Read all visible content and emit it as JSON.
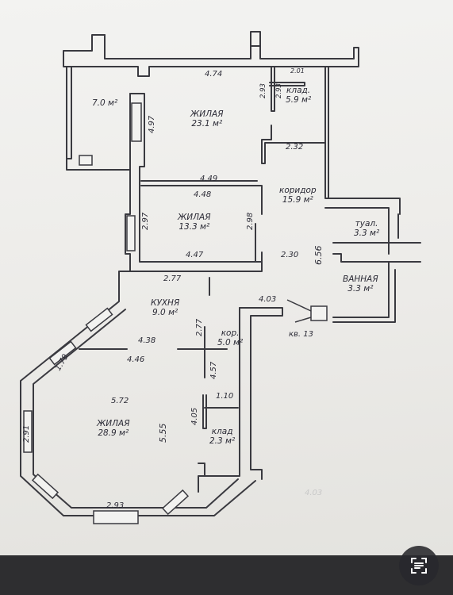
{
  "rooms": [
    {
      "id": "room-7",
      "name": "",
      "area": "7.0 м²"
    },
    {
      "id": "living-1",
      "name": "ЖИЛАЯ",
      "area": "23.1 м²"
    },
    {
      "id": "pantry-1",
      "name": "клад.",
      "area": "5.9 м²"
    },
    {
      "id": "living-2",
      "name": "ЖИЛАЯ",
      "area": "13.3 м²"
    },
    {
      "id": "corridor",
      "name": "коридор",
      "area": "15.9 м²"
    },
    {
      "id": "toilet",
      "name": "туал.",
      "area": "3.3 м²"
    },
    {
      "id": "bathroom",
      "name": "ВАННАЯ",
      "area": "3.3 м²"
    },
    {
      "id": "kitchen",
      "name": "КУХНЯ",
      "area": "9.0 м²"
    },
    {
      "id": "hall",
      "name": "кор.",
      "area": "5.0 м²"
    },
    {
      "id": "living-3",
      "name": "ЖИЛАЯ",
      "area": "28.9 м²"
    },
    {
      "id": "pantry-2",
      "name": "клад",
      "area": "2.3 м²"
    }
  ],
  "dimensions": {
    "d474": "4.74",
    "d201": "2.01",
    "d293a": "2.93",
    "d293b": "2.93",
    "d497": "4.97",
    "d232": "2.32",
    "d449": "4.49",
    "d448": "4.48",
    "d297": "2.97",
    "d298": "2.98",
    "d447": "4.47",
    "d230": "2.30",
    "d656": "6.56",
    "d277a": "2.77",
    "d403": "4.03",
    "d277b": "2.77",
    "d438": "4.38",
    "d446": "4.46",
    "d457": "4.57",
    "d179": "1.79",
    "d572": "5.72",
    "d291": "2.91",
    "d555": "5.55",
    "d405": "4.05",
    "d110": "1.10",
    "d293c": "2.93"
  },
  "apartment_label": "кв. 13",
  "colors": {
    "ink": "#2a2a35",
    "paper": "#eeede9",
    "bar": "#2e2e30"
  }
}
